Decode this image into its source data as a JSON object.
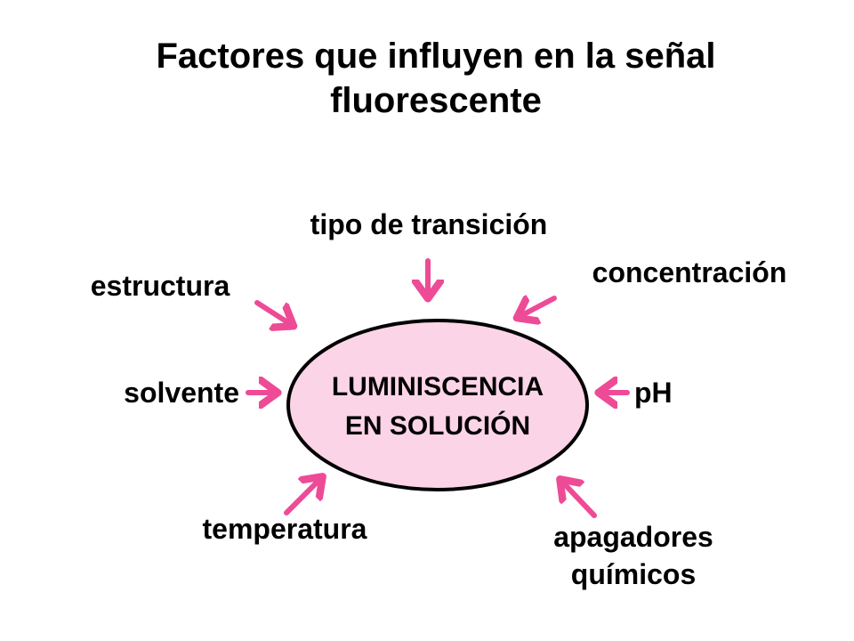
{
  "title": {
    "line1": "Factores que influyen en la señal",
    "line2": "fluorescente"
  },
  "center": {
    "line1": "LUMINISCENCIA",
    "line2": "EN SOLUCIÓN"
  },
  "factors": {
    "tipo_de_transicion": "tipo de transición",
    "estructura": "estructura",
    "concentracion": "concentración",
    "solvente": "solvente",
    "ph": "pH",
    "temperatura": "temperatura",
    "apagadores_line1": "apagadores",
    "apagadores_line2": "químicos"
  },
  "colors": {
    "arrow": "#ee4b96",
    "ellipse_fill": "#fbd4e8",
    "ellipse_stroke": "#000000",
    "text": "#000000"
  }
}
